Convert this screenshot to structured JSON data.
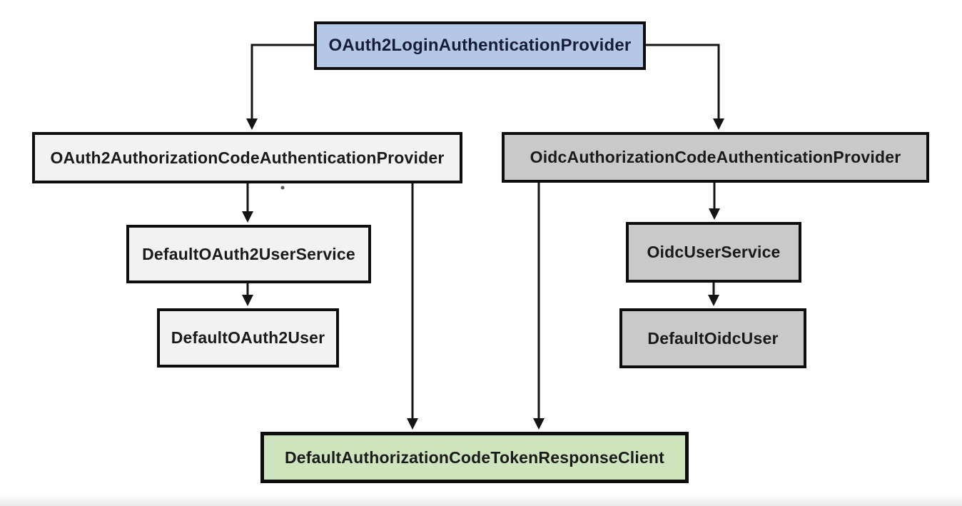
{
  "diagram": {
    "nodes": {
      "login_provider": {
        "label": "OAuth2LoginAuthenticationProvider",
        "fill": "#b4c7e7"
      },
      "oauth2_code_provider": {
        "label": "OAuth2AuthorizationCodeAuthenticationProvider",
        "fill": "#f2f2f2"
      },
      "oidc_code_provider": {
        "label": "OidcAuthorizationCodeAuthenticationProvider",
        "fill": "#c9c9c9"
      },
      "oauth2_user_service": {
        "label": "DefaultOAuth2UserService",
        "fill": "#f2f2f2"
      },
      "oauth2_user": {
        "label": "DefaultOAuth2User",
        "fill": "#f2f2f2"
      },
      "oidc_user_service": {
        "label": "OidcUserService",
        "fill": "#c9c9c9"
      },
      "oidc_user": {
        "label": "DefaultOidcUser",
        "fill": "#c9c9c9"
      },
      "token_response_client": {
        "label": "DefaultAuthorizationCodeTokenResponseClient",
        "fill": "#cde4bc"
      }
    },
    "edges": [
      {
        "from": "OAuth2LoginAuthenticationProvider",
        "to": "OAuth2AuthorizationCodeAuthenticationProvider"
      },
      {
        "from": "OAuth2LoginAuthenticationProvider",
        "to": "OidcAuthorizationCodeAuthenticationProvider"
      },
      {
        "from": "OAuth2AuthorizationCodeAuthenticationProvider",
        "to": "DefaultOAuth2UserService"
      },
      {
        "from": "DefaultOAuth2UserService",
        "to": "DefaultOAuth2User"
      },
      {
        "from": "OAuth2AuthorizationCodeAuthenticationProvider",
        "to": "DefaultAuthorizationCodeTokenResponseClient"
      },
      {
        "from": "OidcAuthorizationCodeAuthenticationProvider",
        "to": "OidcUserService"
      },
      {
        "from": "OidcUserService",
        "to": "DefaultOidcUser"
      },
      {
        "from": "OidcAuthorizationCodeAuthenticationProvider",
        "to": "DefaultAuthorizationCodeTokenResponseClient"
      }
    ],
    "colors": {
      "node_blue": "#b4c7e7",
      "node_light_gray": "#f2f2f2",
      "node_gray": "#c9c9c9",
      "node_green": "#cde4bc",
      "border": "#0e0e0e",
      "connector": "#141414",
      "background": "#ffffff"
    }
  }
}
